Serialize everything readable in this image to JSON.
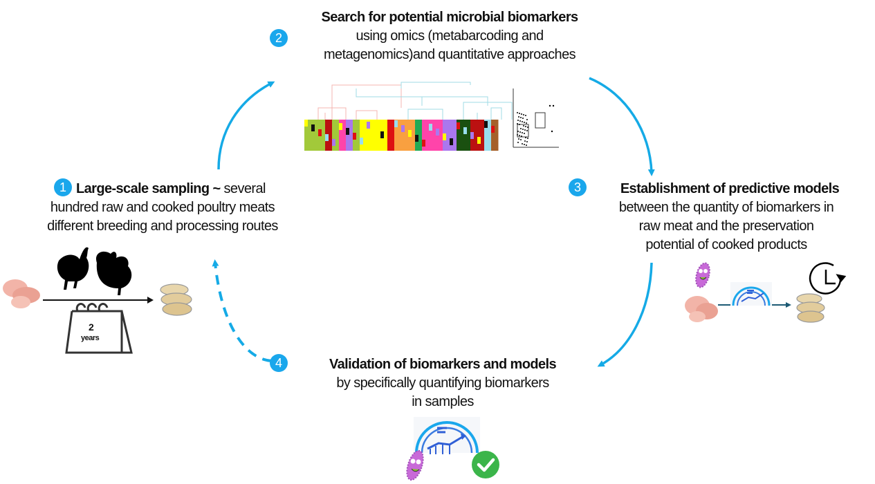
{
  "title": "Workflow for poultry meat microbial biomarker discovery",
  "colors": {
    "accent": "#1aa7ec",
    "arrow": "#15aae6",
    "check": "#3bb54a",
    "bacteria": "#c86ad8"
  },
  "steps": [
    {
      "number": "1",
      "title": "Large-scale sampling ~",
      "lines": [
        "several",
        "hundred raw and cooked poultry meats",
        "different breeding and processing routes"
      ],
      "illustration": {
        "calendar_number": "2",
        "calendar_unit": "years",
        "icons": [
          "raw-meat-icon",
          "chicken-icon",
          "turkey-icon",
          "cooked-meat-icon",
          "calendar-icon"
        ]
      }
    },
    {
      "number": "2",
      "title": "Search for potential microbial biomarkers",
      "lines": [
        "using omics (metabarcoding and",
        "metagenomics)and quantitative approaches"
      ],
      "illustration": {
        "icons": [
          "dendrogram-barplot-image",
          "boxplot-image"
        ]
      }
    },
    {
      "number": "3",
      "title": "Establishment of predictive models",
      "lines": [
        "between the quantity of biomarkers in",
        "raw meat and the preservation",
        "potential of cooked products"
      ],
      "illustration": {
        "icons": [
          "bacteria-icon",
          "raw-meat-icon",
          "model-chart-icon",
          "cooked-meat-icon",
          "clock-icon"
        ]
      }
    },
    {
      "number": "4",
      "title": "Validation of biomarkers and models",
      "lines": [
        "by specifically quantifying biomarkers",
        "in samples"
      ],
      "illustration": {
        "icons": [
          "model-chart-icon",
          "bacteria-icon",
          "checkmark-icon"
        ]
      }
    }
  ]
}
